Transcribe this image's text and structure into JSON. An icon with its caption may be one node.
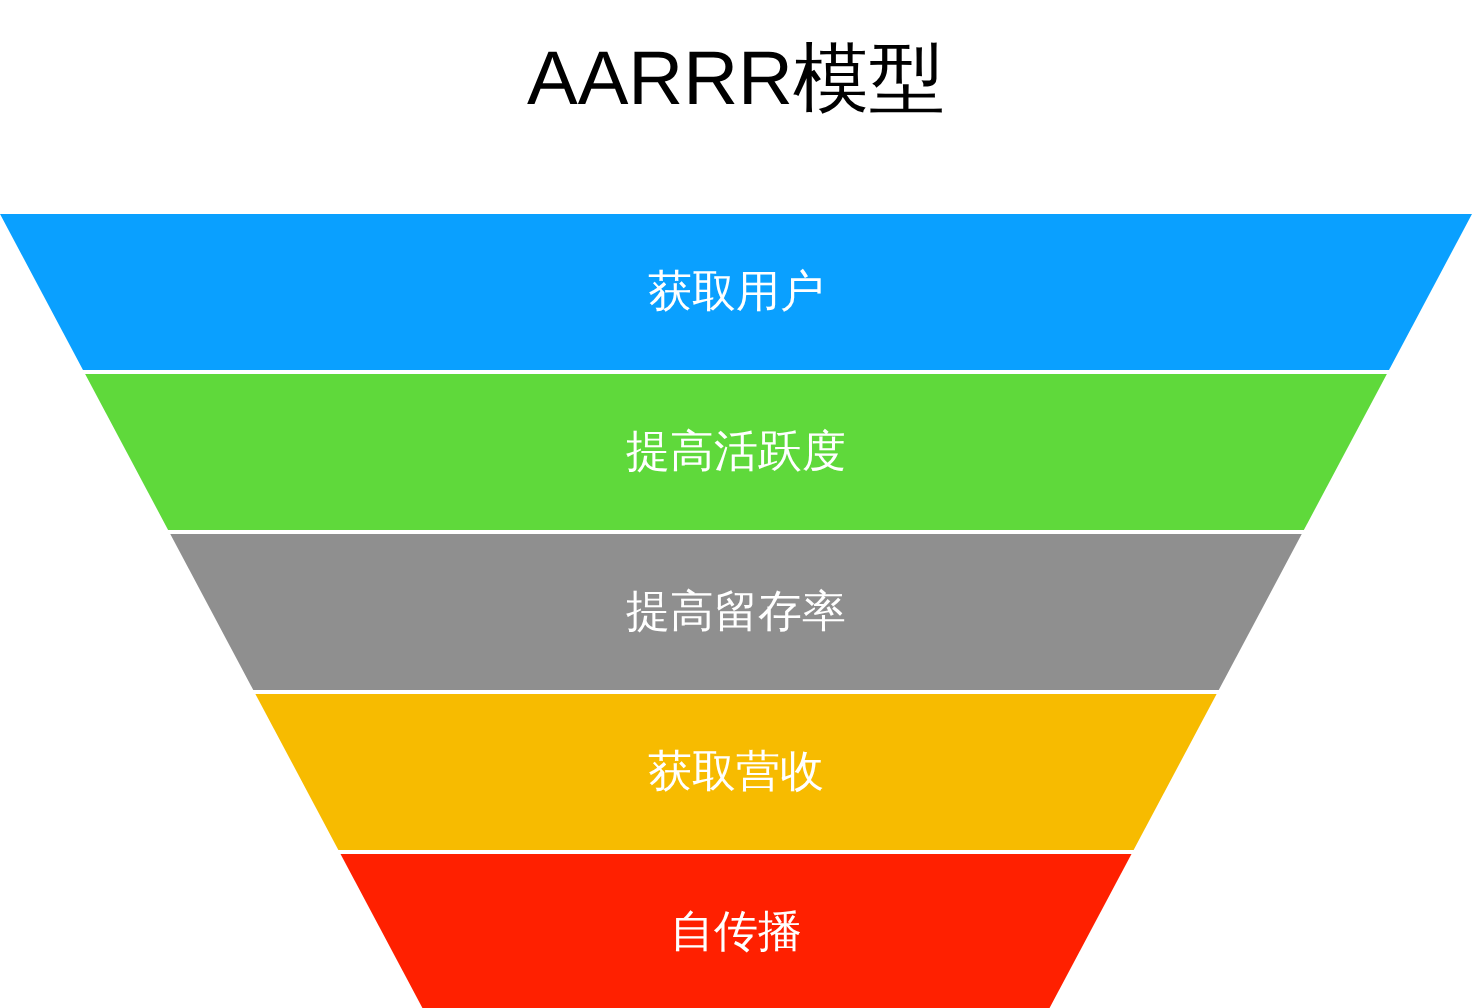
{
  "diagram": {
    "title": "AARRR模型",
    "nodes": [
      {
        "text": [
          "获取用户"
        ]
      },
      {
        "text": [
          "提高活跃度"
        ]
      },
      {
        "text": [
          "提高留存率"
        ]
      },
      {
        "text": [
          "获取营收"
        ]
      },
      {
        "text": [
          "自传播"
        ]
      }
    ]
  }
}
